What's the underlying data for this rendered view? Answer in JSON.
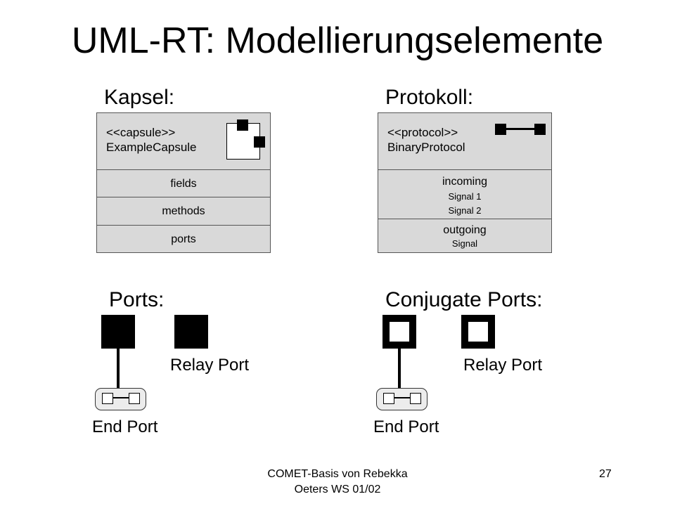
{
  "title": "UML-RT: Modellierungselemente",
  "capsule": {
    "heading": "Kapsel:",
    "stereotype": "<<capsule>>",
    "name": "ExampleCapsule",
    "compartments": [
      "fields",
      "methods",
      "ports"
    ]
  },
  "protocol": {
    "heading": "Protokoll:",
    "stereotype": "<<protocol>>",
    "name": "BinaryProtocol",
    "incoming": {
      "label": "incoming",
      "signals": [
        "Signal 1",
        "Signal 2"
      ]
    },
    "outgoing": {
      "label": "outgoing",
      "signals": [
        "Signal"
      ]
    }
  },
  "ports": {
    "heading": "Ports:",
    "relay_label": "Relay Port",
    "end_label": "End Port"
  },
  "conjugate_ports": {
    "heading": "Conjugate Ports:",
    "relay_label": "Relay Port",
    "end_label": "End Port"
  },
  "footer": {
    "line1": "COMET-Basis von Rebekka",
    "line2": "Oeters WS 01/02",
    "page_number": "27"
  }
}
